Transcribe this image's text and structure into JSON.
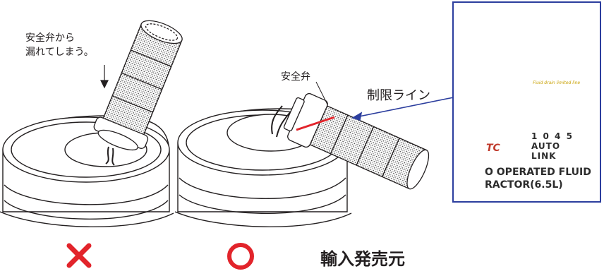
{
  "labels": {
    "leak_note": "安全弁から\n漏れてしまう。",
    "safety_valve": "安全弁",
    "limit_line": "制限ライン",
    "distributor": "輸入発売元"
  },
  "photo": {
    "model_line1": "1 0 4 5",
    "model_line2": "AUTO",
    "model_line3": "LINK",
    "product_line1": "O OPERATED FLUID",
    "product_line2": "RACTOR(6.5L)",
    "brand": "TC",
    "limit_sticker": "Fluid drain limited line"
  },
  "marks": {
    "wrong_symbol": "cross",
    "correct_symbol": "circle"
  },
  "colors": {
    "accent_red": "#e2242b",
    "line_blue": "#2c3e9e",
    "ink": "#231f20",
    "sticker_yellow": "#f2de1c"
  }
}
